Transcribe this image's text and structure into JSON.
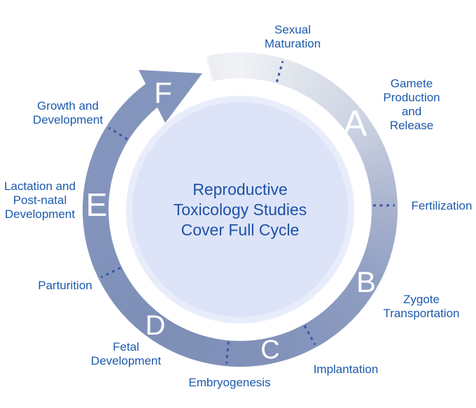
{
  "diagram": {
    "center_title": "Reproductive\nToxicology Studies\nCover Full Cycle",
    "segments": [
      {
        "letter": "A"
      },
      {
        "letter": "B"
      },
      {
        "letter": "C"
      },
      {
        "letter": "D"
      },
      {
        "letter": "E"
      },
      {
        "letter": "F"
      }
    ],
    "phase_labels": [
      {
        "id": "sexual-maturation",
        "text": "Sexual\nMaturation"
      },
      {
        "id": "gamete-production",
        "text": "Gamete\nProduction\nand Release"
      },
      {
        "id": "fertilization",
        "text": "Fertilization"
      },
      {
        "id": "zygote-transportation",
        "text": "Zygote\nTransportation"
      },
      {
        "id": "implantation",
        "text": "Implantation"
      },
      {
        "id": "embryogenesis",
        "text": "Embryogenesis"
      },
      {
        "id": "fetal-development",
        "text": "Fetal\nDevelopment"
      },
      {
        "id": "parturition",
        "text": "Parturition"
      },
      {
        "id": "lactation-postnatal",
        "text": "Lactation and\nPost-natal\nDevelopment"
      },
      {
        "id": "growth-development",
        "text": "Growth and\nDevelopment"
      }
    ],
    "colors": {
      "label_text": "#1c59ae",
      "center_text": "#1e51a6",
      "ring_dark": "#8495bd",
      "ring_light": "#f1f2f6",
      "center_fill": "#dde4f8",
      "center_rim": "#e9edfb",
      "tick": "#3b54a6",
      "letter": "#ffffff"
    }
  }
}
